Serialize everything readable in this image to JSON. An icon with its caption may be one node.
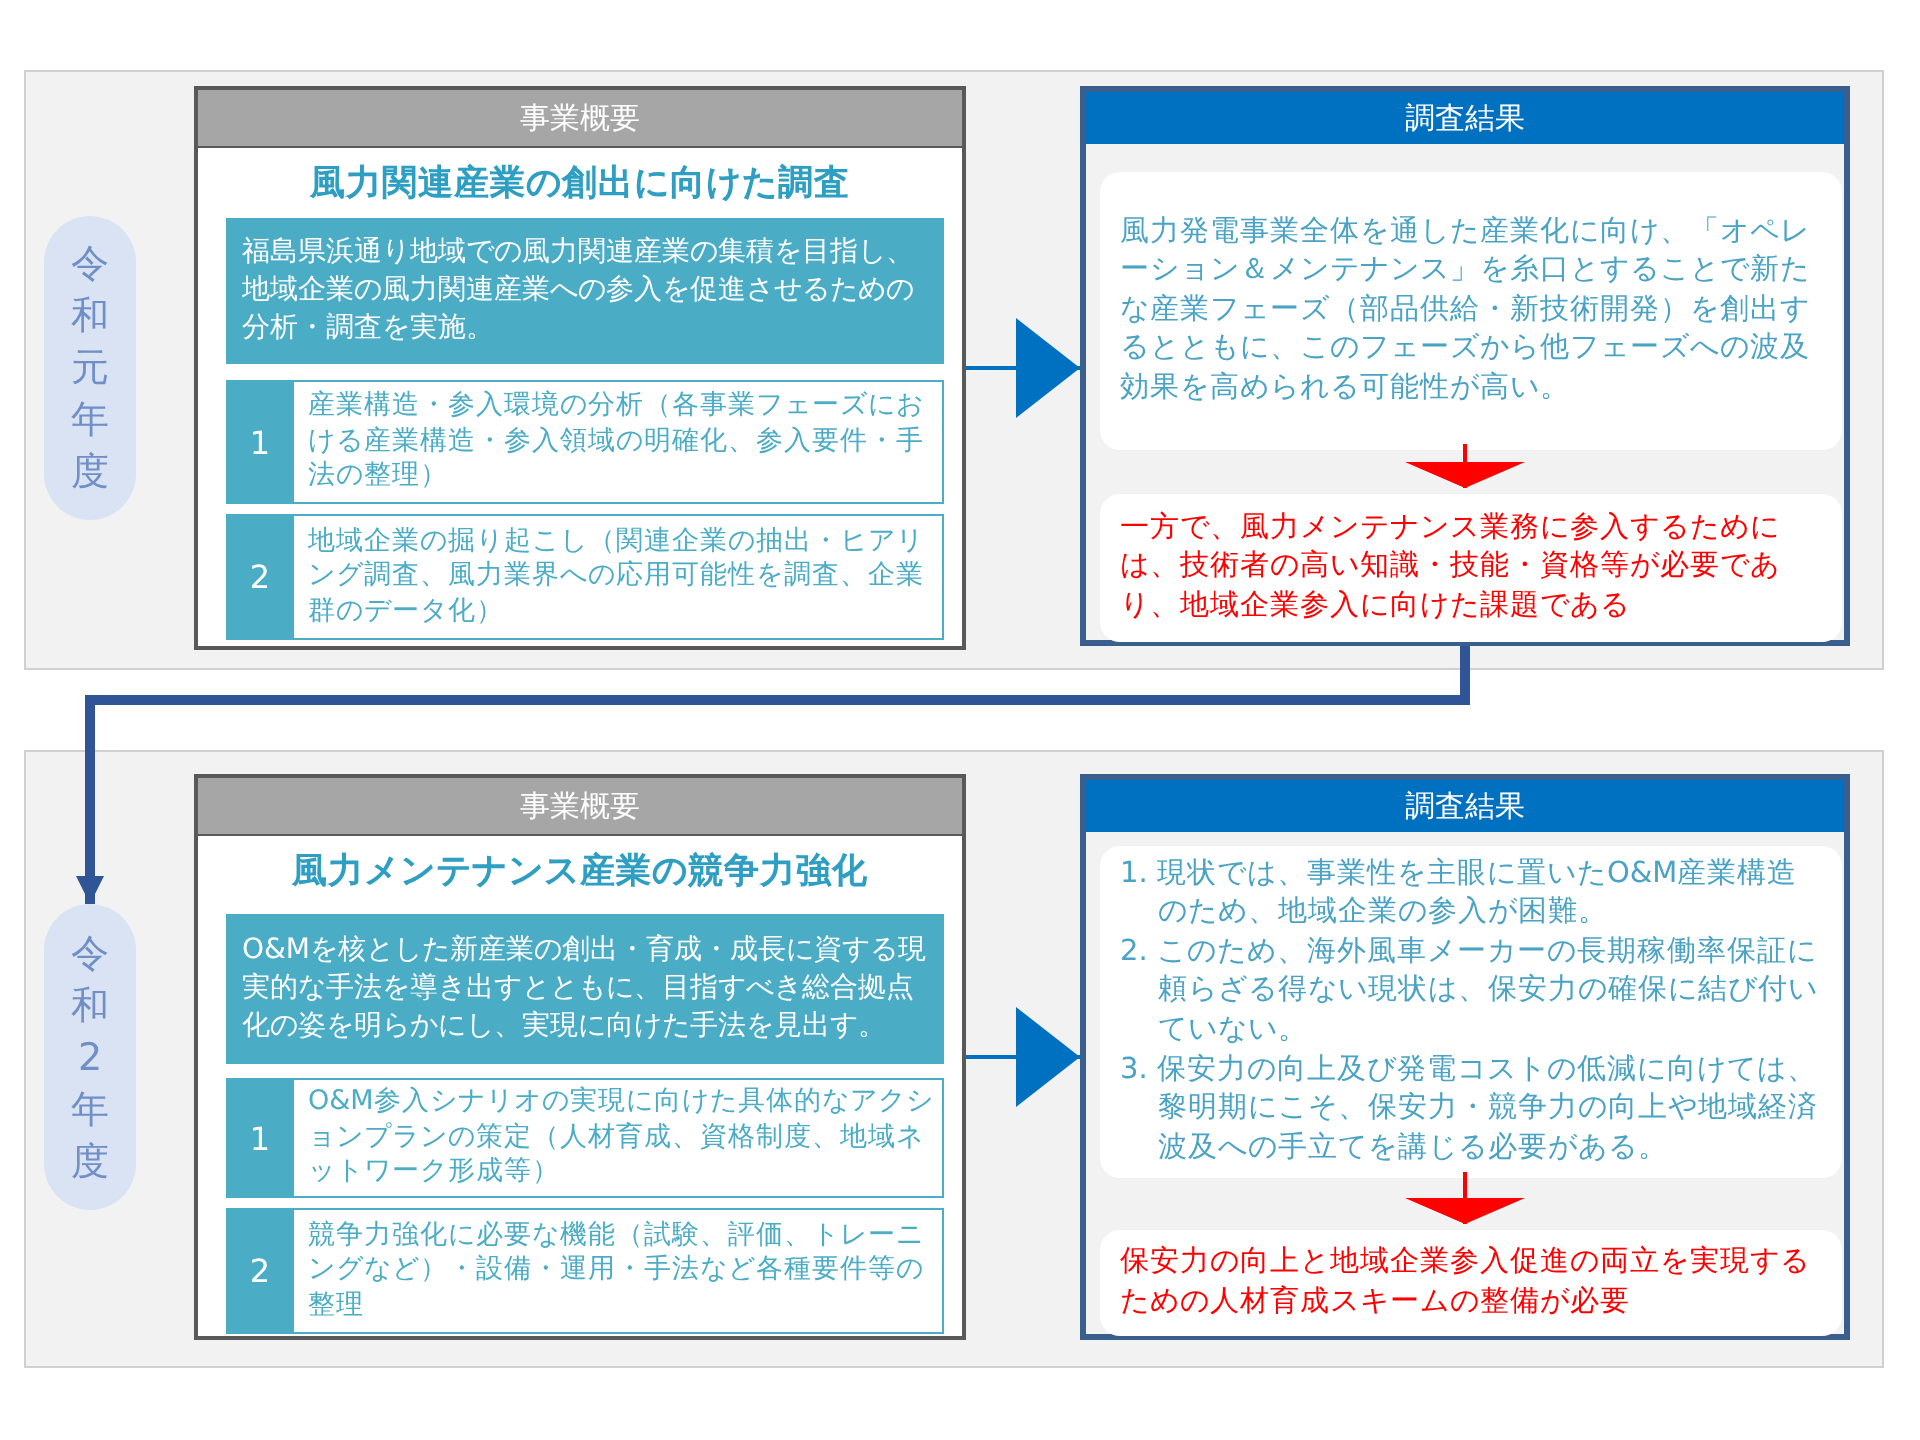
{
  "diagram": {
    "nodes": [
      {
        "text": [
          "令和元年度"
        ]
      },
      {
        "text": [
          "事業概要",
          "風力関連産業の創出に向けた調査"
        ]
      },
      {
        "text": [
          "福島県浜通り地域での風力関連産業の集積を目指し、地域企業の風力関連産業への参入を促進させるための分析・調査を実施。"
        ],
        "in": 1
      },
      {
        "text": [
          "1",
          "産業構造・参入環境の分析（各事業フェーズにおける産業構造・参入領域の明確化、参入要件・手法の整理）"
        ],
        "in": 1
      },
      {
        "text": [
          "2",
          "地域企業の掘り起こし（関連企業の抽出・ヒアリング調査、風力業界への応用可能性を調査、企業群のデータ化）"
        ],
        "in": 1
      },
      {
        "text": [
          "調査結果"
        ]
      },
      {
        "text": [
          "風力発電事業全体を通した産業化に向け、「オペレーション＆メンテナンス」を糸口とすることで新たな産業フェーズ（部品供給・新技術開発）を創出するとともに、このフェーズから他フェーズへの波及効果を高められる可能性が高い。"
        ],
        "in": 5
      },
      {
        "text": [
          "一方で、風力メンテナンス業務に参入するためには、技術者の高い知識・技能・資格等が必要であり、地域企業参入に向けた課題である"
        ],
        "in": 5
      },
      {
        "text": [
          "令和2年度"
        ]
      },
      {
        "text": [
          "事業概要",
          "風力メンテナンス産業の競争力強化"
        ]
      },
      {
        "text": [
          "O&Mを核とした新産業の創出・育成・成長に資する現実的な手法を導き出すとともに、目指すべき総合拠点化の姿を明らかにし、実現に向けた手法を見出す。"
        ],
        "in": 9
      },
      {
        "text": [
          "1",
          "O&M参入シナリオの実現に向けた具体的なアクションプランの策定（人材育成、資格制度、地域ネットワーク形成等）"
        ],
        "in": 9
      },
      {
        "text": [
          "2",
          "競争力強化に必要な機能（試験、評価、トレーニングなど）・設備・運用・手法など各種要件等の整理"
        ],
        "in": 9
      },
      {
        "text": [
          "調査結果"
        ]
      },
      {
        "text": [
          "1. 現状では、事業性を主眼に置いたO&M産業構造のため、地域企業の参入が困難。",
          "2. このため、海外風車メーカーの長期稼働率保証に頼らざる得ない現状は、保安力の確保に結び付いていない。",
          "3. 保安力の向上及び発電コストの低減に向けては、黎明期にこそ、保安力・競争力の向上や地域経済波及への手立てを講じる必要がある。"
        ],
        "in": 13
      },
      {
        "text": [
          "保安力の向上と地域企業参入促進の両立を実現するための人材育成スキームの整備が必要"
        ],
        "in": 13
      }
    ],
    "edges": [
      {
        "from": 1,
        "to": 5,
        "arrow": "to",
        "color": "#0070c0"
      },
      {
        "from": 6,
        "to": 7,
        "arrow": "to",
        "color": "#ff0000"
      },
      {
        "from": 5,
        "to": 8,
        "arrow": "to",
        "style": "thick",
        "color": "#2f5597"
      },
      {
        "from": 9,
        "to": 13,
        "arrow": "to",
        "color": "#0070c0"
      },
      {
        "from": 14,
        "to": 15,
        "arrow": "to",
        "color": "#ff0000"
      }
    ]
  }
}
